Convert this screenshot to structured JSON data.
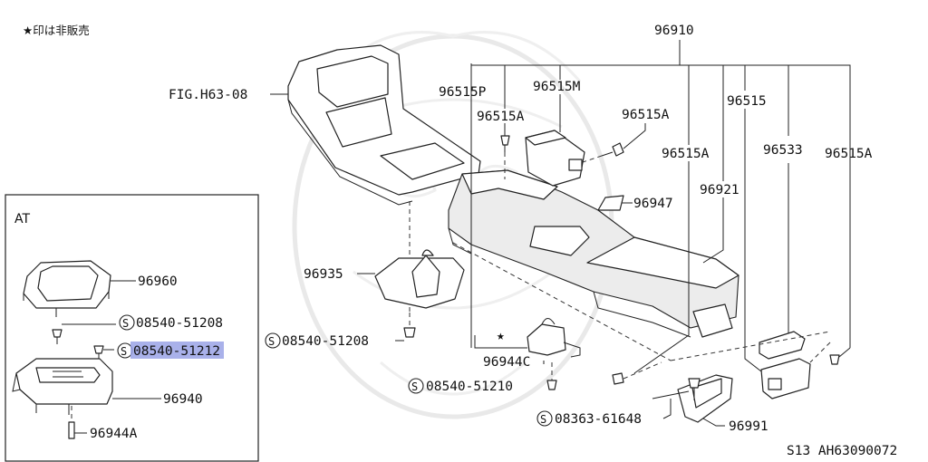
{
  "note": "★印は非販売",
  "footer": "S13  AH63090072",
  "inset": {
    "title": "AT"
  },
  "labels": {
    "p96910": "96910",
    "p96515P": "96515P",
    "p96515M": "96515M",
    "p96515A_1": "96515A",
    "p96515A_2": "96515A",
    "p96515A_3": "96515A",
    "p96515A_4": "96515A",
    "p96515": "96515",
    "p96533": "96533",
    "p96921": "96921",
    "p96947": "96947",
    "fig": "FIG.H63-08",
    "p96935": "96935",
    "b1_text": "08540-51208",
    "p96944C": "96944C",
    "b2_text": "08540-51210",
    "b3_text": "08363-61648",
    "p96991": "96991",
    "p96960": "96960",
    "i1_text": "08540-51208",
    "i2_text": "08540-51212",
    "p96940": "96940",
    "p96944A": "96944A"
  },
  "screw_symbol": "S",
  "star_symbol": "★"
}
